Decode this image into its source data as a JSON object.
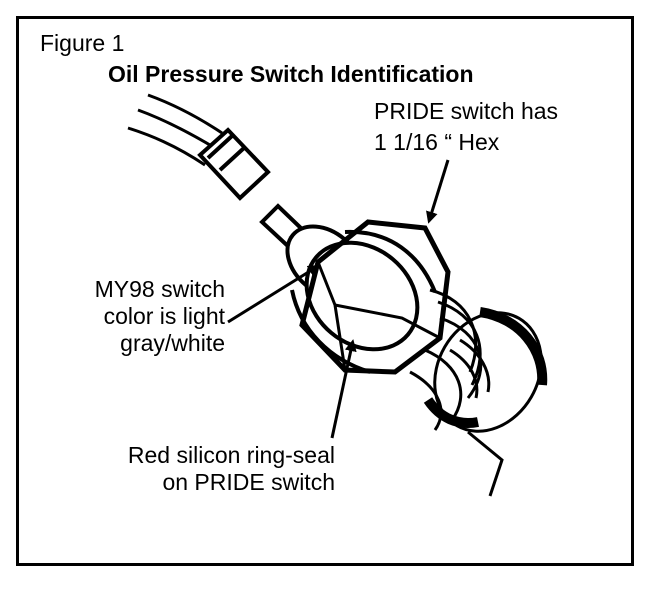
{
  "figure": {
    "label": "Figure 1",
    "title": "Oil Pressure Switch Identification"
  },
  "callouts": {
    "pride_hex": [
      "PRIDE switch has",
      "1 1/16 “ Hex"
    ],
    "my98_color": [
      "MY98 switch",
      "color is light",
      "gray/white"
    ],
    "red_seal": [
      "Red silicon ring-seal",
      "on PRIDE switch"
    ]
  }
}
